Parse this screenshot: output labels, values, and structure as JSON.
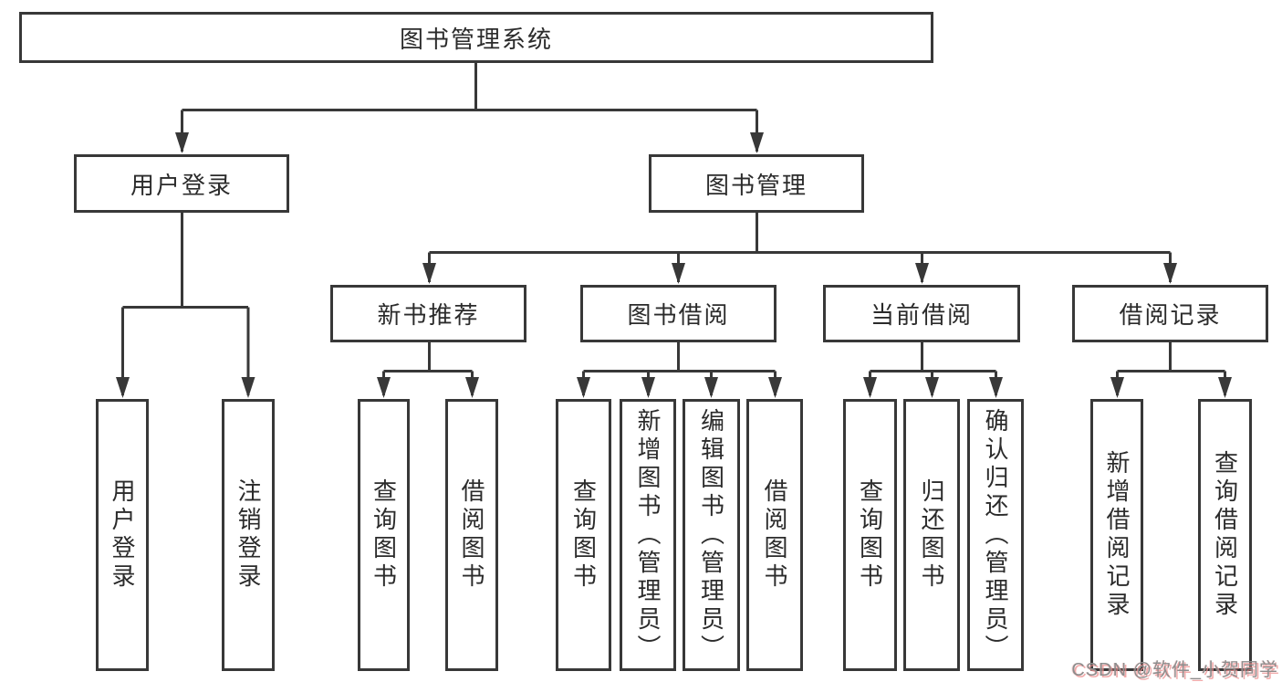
{
  "diagram_title": "图书管理系统",
  "nodes": {
    "root": "图书管理系统",
    "user_login": "用户登录",
    "book_mgmt": "图书管理",
    "new_book_rec": "新书推荐",
    "book_borrow": "图书借阅",
    "current_borrow": "当前借阅",
    "borrow_record": "借阅记录",
    "ul_login": "用户登录",
    "ul_logout": "注销登录",
    "nb_query": "查询图书",
    "nb_borrow": "借阅图书",
    "bb_query": "查询图书",
    "bb_add": "新增图书（管理员）",
    "bb_edit": "编辑图书（管理员）",
    "bb_borrow": "借阅图书",
    "cb_query": "查询图书",
    "cb_return": "归还图书",
    "cb_confirm": "确认归还（管理员）",
    "br_add": "新增借阅记录",
    "br_query": "查询借阅记录"
  },
  "hierarchy": {
    "图书管理系统": [
      "用户登录",
      "图书管理"
    ],
    "用户登录": [
      "用户登录",
      "注销登录"
    ],
    "图书管理": [
      "新书推荐",
      "图书借阅",
      "当前借阅",
      "借阅记录"
    ],
    "新书推荐": [
      "查询图书",
      "借阅图书"
    ],
    "图书借阅": [
      "查询图书",
      "新增图书（管理员）",
      "编辑图书（管理员）",
      "借阅图书"
    ],
    "当前借阅": [
      "查询图书",
      "归还图书",
      "确认归还（管理员）"
    ],
    "借阅记录": [
      "新增借阅记录",
      "查询借阅记录"
    ]
  },
  "watermark": "CSDN @软件_小贺同学",
  "colors": {
    "line": "#383838",
    "box_border": "#383838",
    "text": "#2b2b2b",
    "background": "#ffffff",
    "watermark_text": "#8d8d8d",
    "watermark_accent": "#ec8e8e"
  }
}
